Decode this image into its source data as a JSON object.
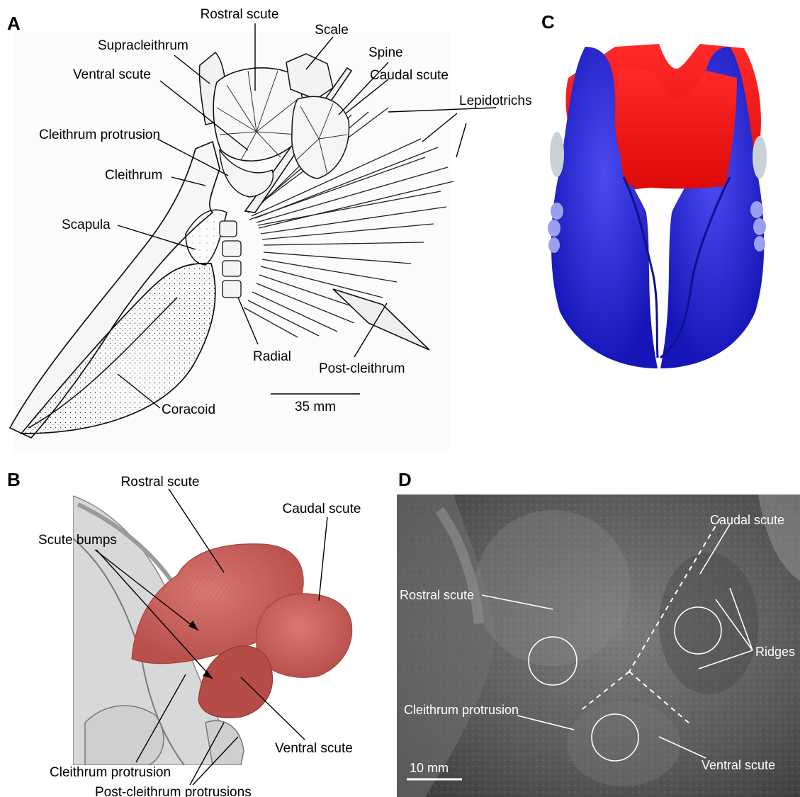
{
  "panels": {
    "A": {
      "letter": "A",
      "labels": {
        "rostral_scute": "Rostral scute",
        "scale": "Scale",
        "supracleithrum": "Supracleithrum",
        "spine": "Spine",
        "ventral_scute": "Ventral scute",
        "caudal_scute": "Caudal scute",
        "lepidotrichs": "Lepidotrichs",
        "cleithrum_protrusion": "Cleithrum protrusion",
        "cleithrum": "Cleithrum",
        "scapula": "Scapula",
        "radial": "Radial",
        "post_cleithrum": "Post-cleithrum",
        "coracoid": "Coracoid"
      },
      "scale_bar": "35 mm"
    },
    "B": {
      "letter": "B",
      "labels": {
        "rostral_scute": "Rostral scute",
        "caudal_scute": "Caudal scute",
        "scute_bumps": "Scute bumps",
        "ventral_scute": "Ventral scute",
        "cleithrum_protrusion": "Cleithrum protrusion",
        "post_cleithrum_protrusions": "Post-cleithrum protrusions"
      },
      "colors": {
        "scutes": "#c9605c",
        "bone": "#d4d4d4"
      }
    },
    "C": {
      "letter": "C",
      "colors": {
        "red": "#ee1111",
        "blue": "#2222dd",
        "lavender": "#9aa0ee"
      }
    },
    "D": {
      "letter": "D",
      "labels": {
        "caudal_scute": "Caudal scute",
        "rostral_scute": "Rostral scute",
        "ridges": "Ridges",
        "cleithrum_protrusion": "Cleithrum protrusion",
        "ventral_scute": "Ventral scute"
      },
      "scale_bar": "10 mm"
    }
  }
}
